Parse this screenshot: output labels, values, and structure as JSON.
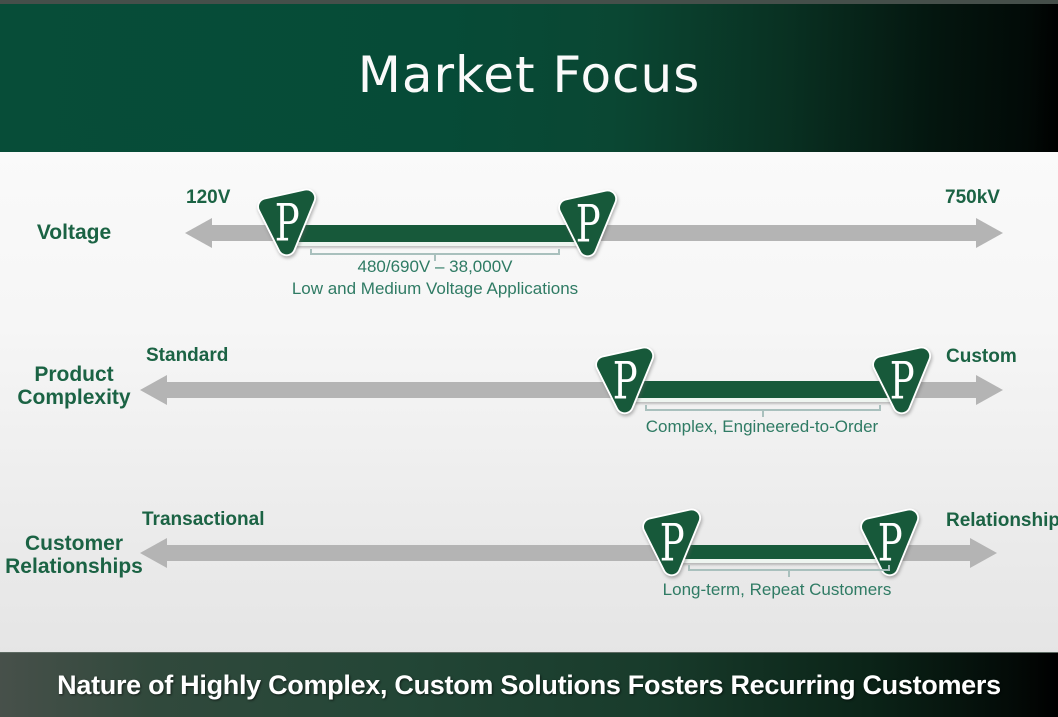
{
  "header": {
    "title": "Market Focus"
  },
  "footer": {
    "text": "Nature of Highly Complex, Custom Solutions Fosters Recurring Customers"
  },
  "logo_letter": "P",
  "rows": [
    {
      "label_lines": [
        "Voltage"
      ],
      "left_label": "120V",
      "right_label": "750kV",
      "annotation_lines": [
        "480/690V – 38,000V",
        "Low and Medium Voltage Applications"
      ]
    },
    {
      "label_lines": [
        "Product",
        "Complexity"
      ],
      "left_label": "Standard",
      "right_label": "Custom",
      "annotation_lines": [
        "Complex, Engineered-to-Order"
      ]
    },
    {
      "label_lines": [
        "Customer",
        "Relationships"
      ],
      "left_label": "Transactional",
      "right_label": "Relationship",
      "annotation_lines": [
        "Long-term, Repeat Customers"
      ]
    }
  ],
  "colors": {
    "brand_green": "#17593a",
    "label_green": "#1b6344",
    "annotation_teal": "#2f7b64",
    "arrow_gray": "#b4b4b4",
    "bracket_gray": "#a9c0bd",
    "header_gradient_start": "#074d38",
    "header_gradient_end": "#000000",
    "footer_gradient_start": "#47504a",
    "title_text": "#fafafa",
    "banner_text": "#ffffff"
  }
}
